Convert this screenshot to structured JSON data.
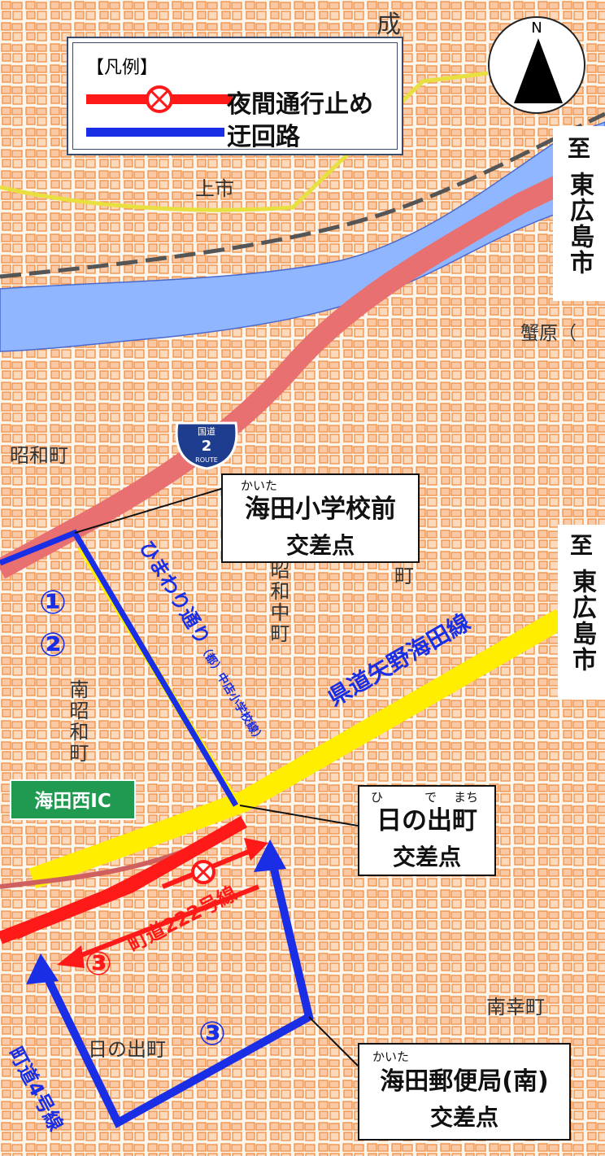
{
  "legend": {
    "title": "【凡例】",
    "closure": "夜間通行止め",
    "detour": "迂回路"
  },
  "compass": {
    "north": "N"
  },
  "colors": {
    "closure": "#ff1a1a",
    "detour": "#1a2ee6",
    "prefectural_road": "#ffee00",
    "national_road": "#e87070",
    "river": "#8fb6ff",
    "ic_badge": "#1f9a50"
  },
  "route_shield": {
    "top": "国道",
    "number": "2",
    "bottom": "ROUTE"
  },
  "to_city_1": {
    "prefix": "至",
    "city": "東広島市"
  },
  "to_city_2": {
    "prefix": "至",
    "city": "東広島市"
  },
  "places": {
    "nari": "成",
    "kamiichi": "上市",
    "kanihara": "蟹原（",
    "showacho": "昭和町",
    "showa_naka": "昭和中町",
    "minami_showa": "南昭和町",
    "hinodecho": "日の出町",
    "minami_saiwai": "南幸町",
    "machi_fragment": "町"
  },
  "roads": {
    "himawari": "ひまわり通り",
    "himawari_sub": "（都）中店小学校線）",
    "prefectural": "県道矢野海田線",
    "town_222": "町道222号線",
    "town_4": "町道4号線"
  },
  "ic": {
    "name": "海田西IC"
  },
  "callouts": {
    "kaita_elem": {
      "ruby": "かいた",
      "name": "海田小学校前",
      "sub": "交差点"
    },
    "hinode": {
      "ruby_1": "ひ",
      "ruby_2": "で",
      "ruby_3": "まち",
      "name": "日の出町",
      "sub": "交差点"
    },
    "post_office": {
      "ruby": "かいた",
      "name": "海田郵便局(南)",
      "sub": "交差点"
    }
  },
  "markers": {
    "m1": "①",
    "m2": "②",
    "m3_red": "③",
    "m3_blue": "③"
  }
}
